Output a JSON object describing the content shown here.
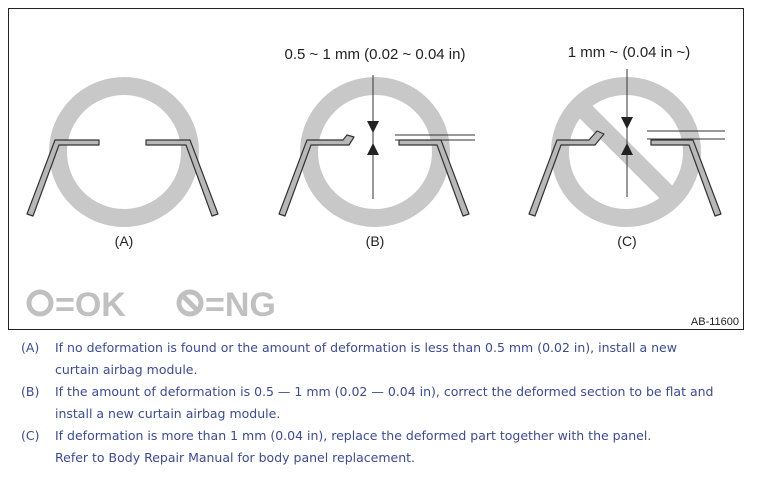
{
  "figure": {
    "panels": [
      {
        "label": "(A)",
        "dimension": "",
        "prohibited": false
      },
      {
        "label": "(B)",
        "dimension": "0.5 ~ 1 mm (0.02 ~ 0.04 in)",
        "prohibited": false
      },
      {
        "label": "(C)",
        "dimension": "1 mm ~ (0.04 in ~)",
        "prohibited": true
      }
    ],
    "legend": {
      "ok": "=OK",
      "ng": "=NG"
    },
    "figure_id": "AB-11600",
    "colors": {
      "symbol": "#c8c8c8",
      "bracket_fill": "#b8b8b8",
      "ink": "#222222",
      "legend": "#c0c0c0"
    }
  },
  "notes": [
    {
      "label": "(A)",
      "lines": [
        "If no deformation is found or the amount of deformation is less than 0.5 mm (0.02 in), install a new",
        "curtain airbag module."
      ]
    },
    {
      "label": "(B)",
      "lines": [
        "If the amount of deformation is 0.5 — 1 mm (0.02 — 0.04 in), correct the deformed section to be flat and",
        "install a new curtain airbag module."
      ]
    },
    {
      "label": "(C)",
      "lines": [
        "If deformation is more than 1 mm (0.04 in), replace the deformed part together with the panel.",
        "Refer to Body Repair Manual for body panel replacement."
      ]
    }
  ],
  "text_color": "#3b4a9a"
}
